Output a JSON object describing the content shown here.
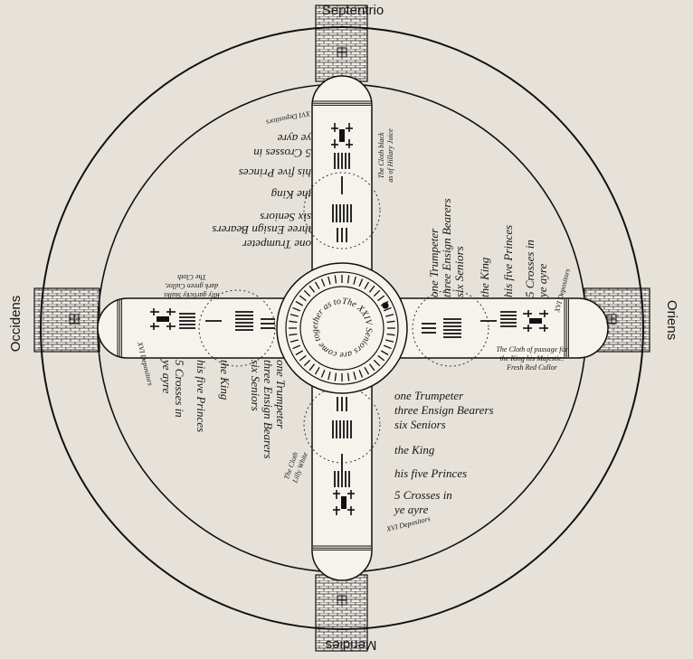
{
  "directions": {
    "north": "Septentrio",
    "south": "Meridies",
    "east": "Oriens",
    "west": "Occidens"
  },
  "center": {
    "inscription": "The XXIV Seniors are come together as to consult"
  },
  "south_arm": {
    "lines": [
      "one Trumpeter",
      "three Ensign Bearers",
      "six Seniors",
      "the King",
      "his five Princes",
      "5 Crosses in",
      "ye ayre"
    ],
    "cloth": [
      "The Cloth",
      "Lilly White"
    ],
    "depositors": "XVI Depositors"
  },
  "north_arm": {
    "lines": [
      "one Trumpeter",
      "three Ensign Bearers",
      "six Seniors",
      "the King",
      "his five Princes",
      "5 Crosses in",
      "ye ayre"
    ],
    "cloth": [
      "The Cloth black",
      "as of Hillary Juice"
    ],
    "depositors": "XVI Depositors"
  },
  "east_arm": {
    "lines": [
      "one Trumpeter",
      "three Ensign Bearers",
      "six Seniors",
      "the King",
      "his five Princes",
      "5 Crosses in",
      "ye ayre"
    ],
    "cloth": [
      "The Cloth of passage for",
      "the King his Majestie:",
      "Fresh Red Cullor"
    ],
    "depositors": "XVI Depositors"
  },
  "west_arm": {
    "lines": [
      "one Trumpeter",
      "three Ensign Bearers",
      "six Seniors",
      "the King",
      "his five Princes",
      "5 Crosses in",
      "ye ayre"
    ],
    "cloth": [
      "The Cloth",
      "dark green Cullor,",
      "lilly garlicky Stalks"
    ],
    "depositors": "XVI Depositors"
  },
  "colors": {
    "ink": "#161616",
    "paper": "#e6e2da",
    "brick": "#f4f1ea"
  }
}
